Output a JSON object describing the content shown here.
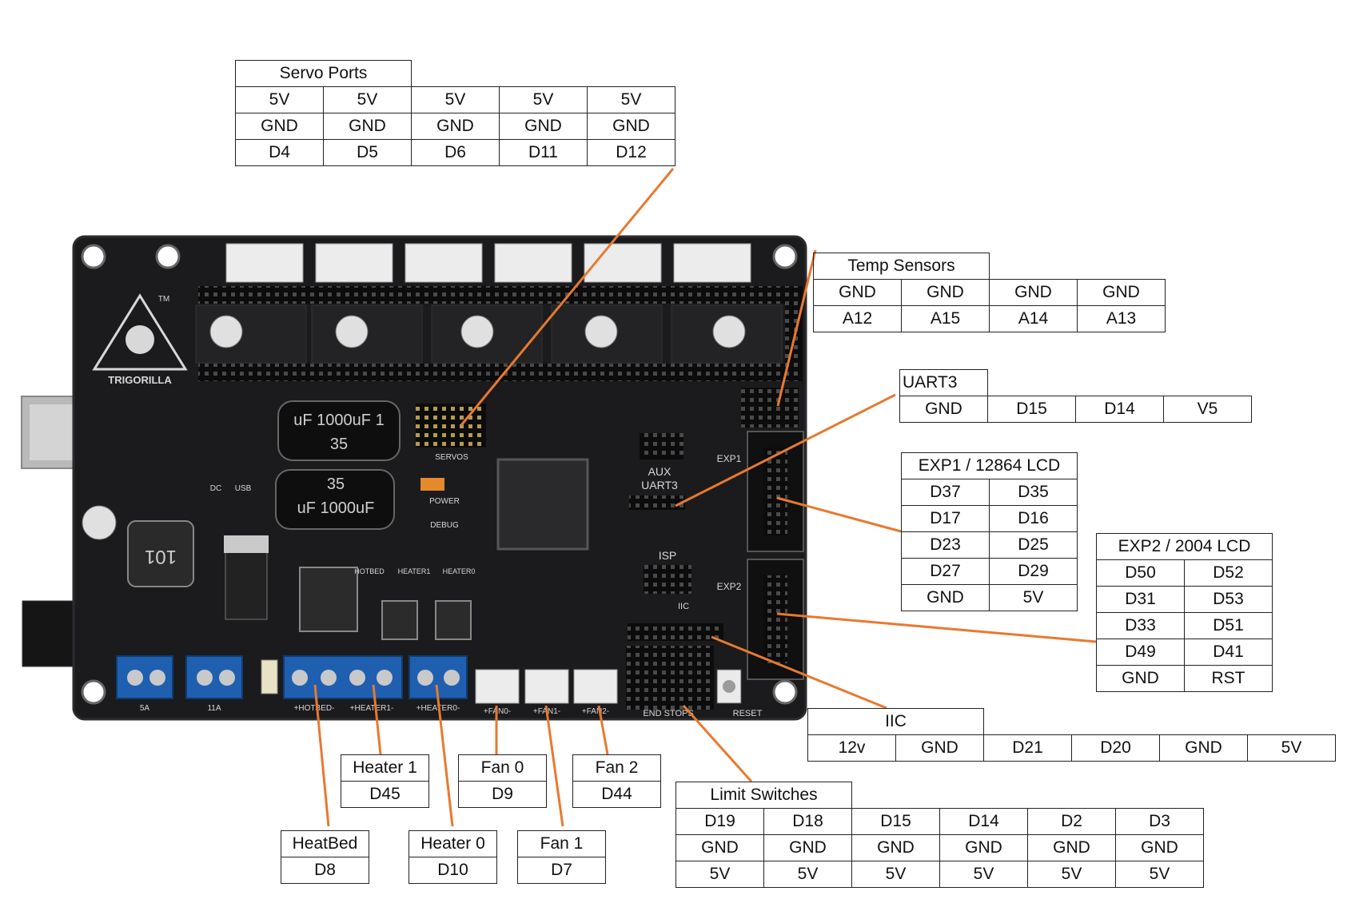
{
  "colors": {
    "board": "#1b1b1d",
    "board_edge": "#2b2b2e",
    "silkscreen": "#d8d8d8",
    "terminal_blue": "#1f5fb0",
    "jst_white": "#ececec",
    "leader_orange": "#e8792f",
    "table_border": "#222222"
  },
  "board": {
    "logo_text": "TRIGORILLA",
    "trademark": "TM",
    "capacitor_label_1": "uF 1000uF 1",
    "capacitor_voltage_1": "35",
    "capacitor_label_2": "uF 1000uF",
    "capacitor_voltage_2": "35",
    "inductor_label": "101",
    "servos_label": "SERVOS",
    "aux_label": "AUX",
    "uart3_label": "UART3",
    "isp_label": "ISP",
    "iic_label": "IIC",
    "exp1_label": "EXP1",
    "exp2_label": "EXP2",
    "power_label": "POWER",
    "debug_label": "DEBUG",
    "reset_label": "RESET",
    "hotbed_label": "HOTBED",
    "heater1_label": "HEATER1",
    "heater0_label": "HEATER0",
    "term_5a": "5A",
    "term_11a": "11A",
    "term_hotbed": "+HOTBED-",
    "term_heater1": "+HEATER1-",
    "term_heater0": "+HEATER0-",
    "fan0": "+FAN0-",
    "fan1": "+FAN1-",
    "fan2": "+FAN2-",
    "end_stops": "END STOPS",
    "usb_label": "USB",
    "dc_label": "DC"
  },
  "tables": {
    "servo": {
      "title": "Servo Ports",
      "rows": [
        [
          "5V",
          "5V",
          "5V",
          "5V",
          "5V"
        ],
        [
          "GND",
          "GND",
          "GND",
          "GND",
          "GND"
        ],
        [
          "D4",
          "D5",
          "D6",
          "D11",
          "D12"
        ]
      ]
    },
    "temp": {
      "title": "Temp Sensors",
      "rows": [
        [
          "GND",
          "GND",
          "GND",
          "GND"
        ],
        [
          "A12",
          "A15",
          "A14",
          "A13"
        ]
      ]
    },
    "uart3": {
      "title": "UART3",
      "rows": [
        [
          "GND",
          "D15",
          "D14",
          "V5"
        ]
      ]
    },
    "exp1": {
      "title": "EXP1 / 12864 LCD",
      "rows": [
        [
          "D37",
          "D35"
        ],
        [
          "D17",
          "D16"
        ],
        [
          "D23",
          "D25"
        ],
        [
          "D27",
          "D29"
        ],
        [
          "GND",
          "5V"
        ]
      ]
    },
    "exp2": {
      "title": "EXP2 / 2004 LCD",
      "rows": [
        [
          "D50",
          "D52"
        ],
        [
          "D31",
          "D53"
        ],
        [
          "D33",
          "D51"
        ],
        [
          "D49",
          "D41"
        ],
        [
          "GND",
          "RST"
        ]
      ]
    },
    "iic": {
      "title": "IIC",
      "rows": [
        [
          "12v",
          "GND",
          "D21",
          "D20",
          "GND",
          "5V"
        ]
      ]
    },
    "limit": {
      "title": "Limit Switches",
      "rows": [
        [
          "D19",
          "D18",
          "D15",
          "D14",
          "D2",
          "D3"
        ],
        [
          "GND",
          "GND",
          "GND",
          "GND",
          "GND",
          "GND"
        ],
        [
          "5V",
          "5V",
          "5V",
          "5V",
          "5V",
          "5V"
        ]
      ]
    },
    "heater1": {
      "title": "Heater 1",
      "rows": [
        [
          "D45"
        ]
      ]
    },
    "fan0": {
      "title": "Fan 0",
      "rows": [
        [
          "D9"
        ]
      ]
    },
    "fan2": {
      "title": "Fan 2",
      "rows": [
        [
          "D44"
        ]
      ]
    },
    "heatbed": {
      "title": "HeatBed",
      "rows": [
        [
          "D8"
        ]
      ]
    },
    "heater0": {
      "title": "Heater 0",
      "rows": [
        [
          "D10"
        ]
      ]
    },
    "fan1": {
      "title": "Fan 1",
      "rows": [
        [
          "D7"
        ]
      ]
    }
  }
}
